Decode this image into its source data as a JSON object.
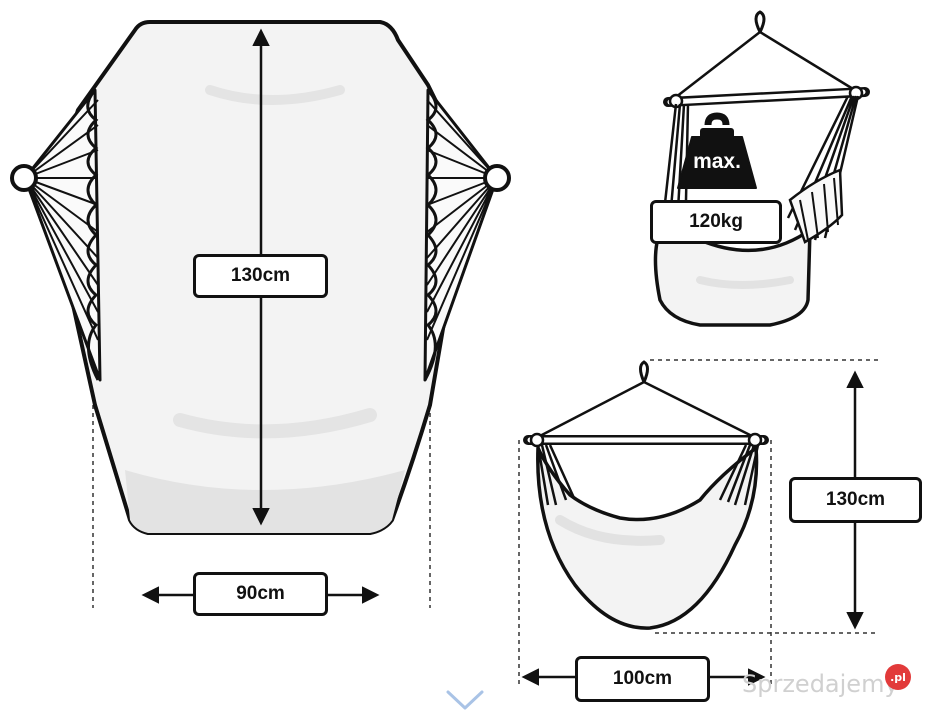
{
  "diagram": {
    "front_view": {
      "height_label": "130cm",
      "width_label": "90cm"
    },
    "load_view": {
      "max_label": "max.",
      "weight_label": "120kg"
    },
    "side_view": {
      "height_label": "130cm",
      "width_label": "100cm"
    }
  },
  "watermark": {
    "text": "Sprzedajemy",
    "badge": ".pl"
  },
  "colors": {
    "line": "#111111",
    "fill": "#f2f2f2",
    "shade": "#e2e2e2",
    "watermark_badge": "#e23a3a",
    "chevron": "#a9c3e6"
  },
  "icons": [
    "weight-icon",
    "chevron-down-icon"
  ]
}
